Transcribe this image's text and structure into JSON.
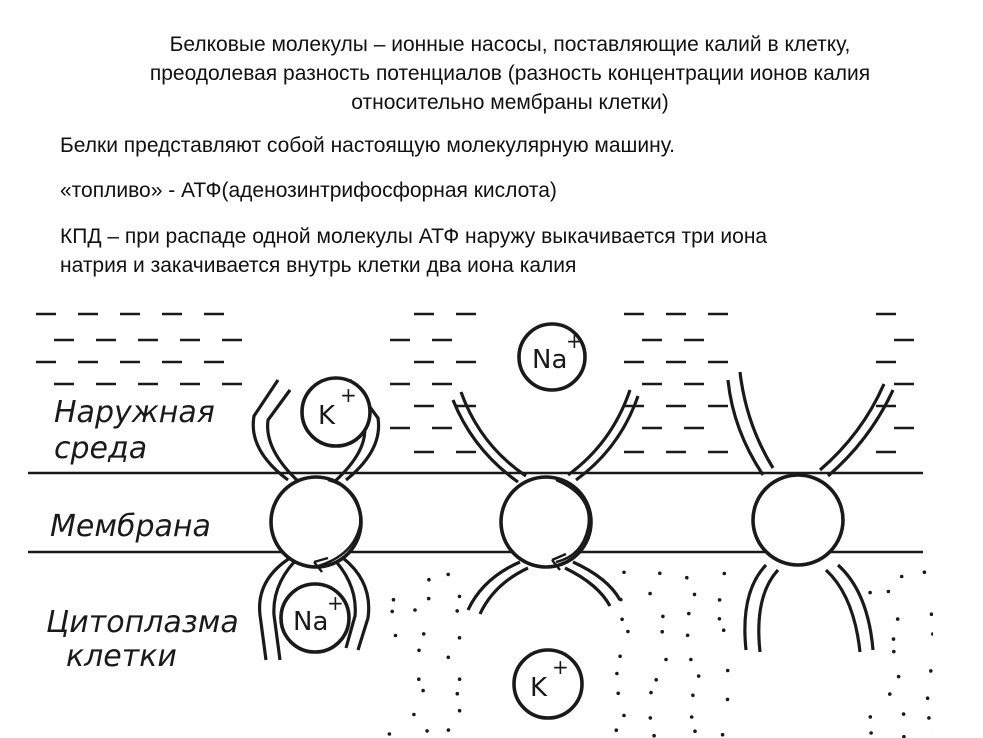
{
  "title_lines": [
    "Белковые молекулы – ионные насосы, поставляющие калий в клетку,",
    "преодолевая разность потенциалов (разность концентрации ионов калия",
    "относительно мембраны клетки)"
  ],
  "bullets": [
    {
      "lines": [
        "Белки представляют собой настоящую молекулярную машину."
      ]
    },
    {
      "lines": [
        "«топливо» - АТФ(аденозинтрифосфорная кислота)"
      ]
    },
    {
      "lines": [
        "КПД – при распаде одной молекулы АТФ наружу выкачивается три иона",
        "натрия и закачивается внутрь клетки два иона калия"
      ]
    }
  ],
  "diagram": {
    "label_outside": [
      "Наружная",
      "среда"
    ],
    "label_membrane": "Мембрана",
    "label_cytoplasm": [
      "Цитоплазма",
      "клетки"
    ],
    "ion_potassium": "K",
    "ion_sodium": "Na",
    "ion_charge": "+"
  }
}
